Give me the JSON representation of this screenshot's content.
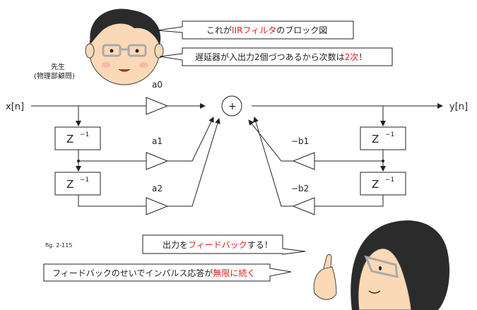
{
  "bubbles": {
    "b1": {
      "parts": [
        {
          "t": "これが",
          "red": false
        },
        {
          "t": "IIRフィルタ",
          "red": true
        },
        {
          "t": "のブロック図",
          "red": false
        }
      ]
    },
    "b2": {
      "parts": [
        {
          "t": "遅延器が入出力2個づつあるから次数は",
          "red": false
        },
        {
          "t": "2次",
          "red": true
        },
        {
          "t": "！",
          "red": false
        }
      ]
    },
    "b3": {
      "parts": [
        {
          "t": "出力を",
          "red": false
        },
        {
          "t": "フィードバック",
          "red": true
        },
        {
          "t": "する！",
          "red": false
        }
      ]
    },
    "b4": {
      "parts": [
        {
          "t": "フィードバックのせいでインパルス応答が",
          "red": false
        },
        {
          "t": "無限に続く",
          "red": true
        }
      ]
    }
  },
  "teacher": {
    "line1": "先生",
    "line2": "(物理部顧問)"
  },
  "figure": {
    "caption": "fig. 2-115"
  },
  "diagram": {
    "input": "x[n]",
    "output": "y[n]",
    "sum": "+",
    "gains": {
      "a0": "a0",
      "a1": "a1",
      "a2": "a2",
      "b1": "−b1",
      "b2": "−b2"
    },
    "delay": {
      "z": "Z",
      "exp": "−1"
    }
  },
  "colors": {
    "accent_red": "#e21818",
    "line": "#222222",
    "skin": "#fbd9b6",
    "hair": "#2b2b2b"
  }
}
